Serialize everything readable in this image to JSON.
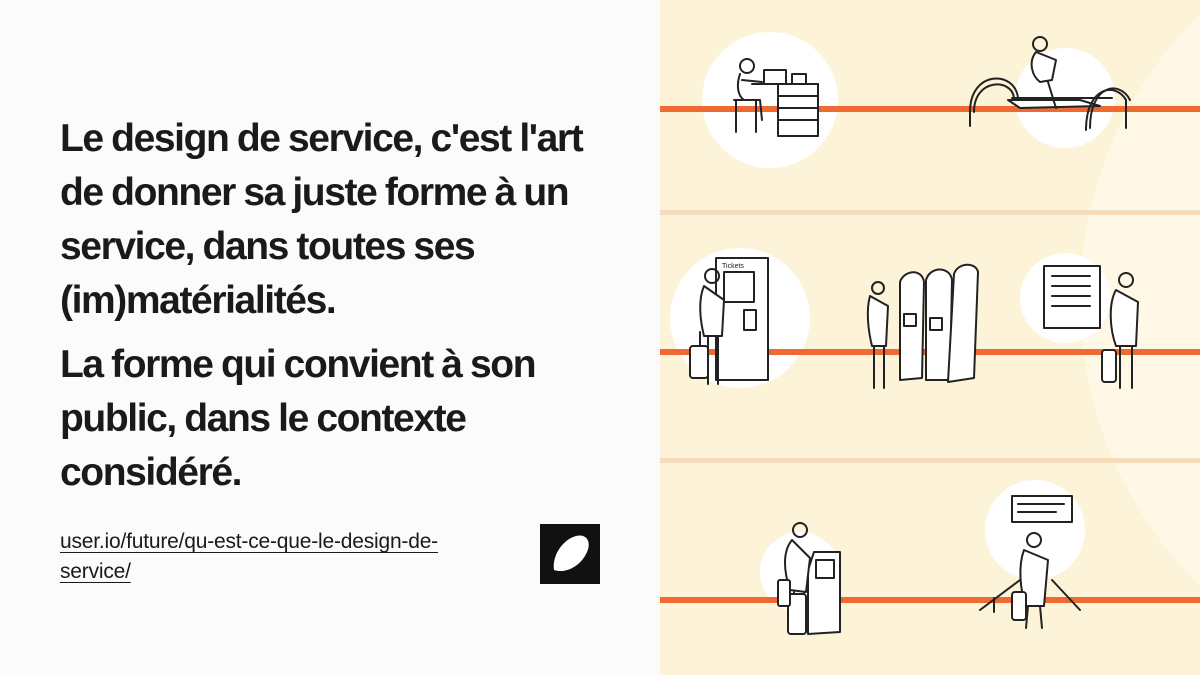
{
  "quote": {
    "paragraph_1": "Le design de service, c'est l'art de donner sa juste forme à un service, dans toutes ses (im)matérialités.",
    "paragraph_2": "La forme qui convient à son public, dans le contexte considéré."
  },
  "source_link": {
    "text": "user.io/future/qu-est-ce-que-le-design-de-service/"
  },
  "brand": {
    "logo_icon": "leaf-blob-icon"
  },
  "illustration": {
    "ticket_machine_label": "Tickets",
    "colors": {
      "background": "#fdf3d8",
      "track_line": "#ef6a32",
      "track_shadow": "#f7c9a3",
      "divider": "#f5dcbc",
      "circle": "#ffffff",
      "ink": "#222222"
    }
  }
}
